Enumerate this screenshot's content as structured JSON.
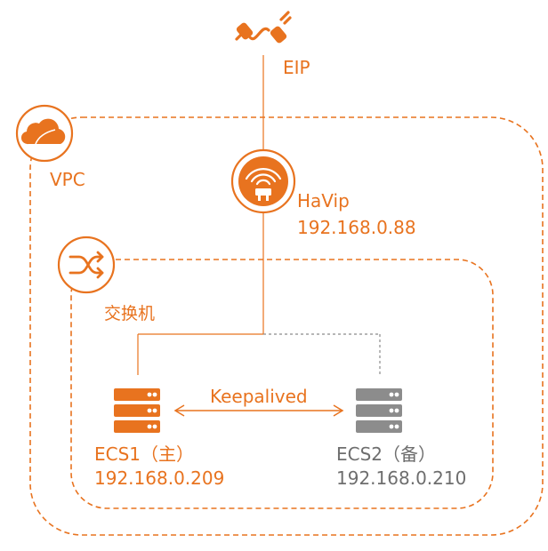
{
  "colors": {
    "accent": "#E8731F",
    "muted": "#6E6E6E",
    "line": "#E8731F"
  },
  "icons": {
    "eip": "plug-icon",
    "vpc": "cloud-icon",
    "havip": "wifi-plug-icon",
    "vswitch": "shuffle-arrows-icon",
    "ecs": "server-icon"
  },
  "labels": {
    "eip": "EIP",
    "vpc": "VPC",
    "havip_name": "HaVip",
    "havip_ip": "192.168.0.88",
    "vswitch": "交换机",
    "keepalived": "Keepalived",
    "ecs1_name": "ECS1（主）",
    "ecs1_ip": "192.168.0.209",
    "ecs2_name": "ECS2（备）",
    "ecs2_ip": "192.168.0.210"
  }
}
